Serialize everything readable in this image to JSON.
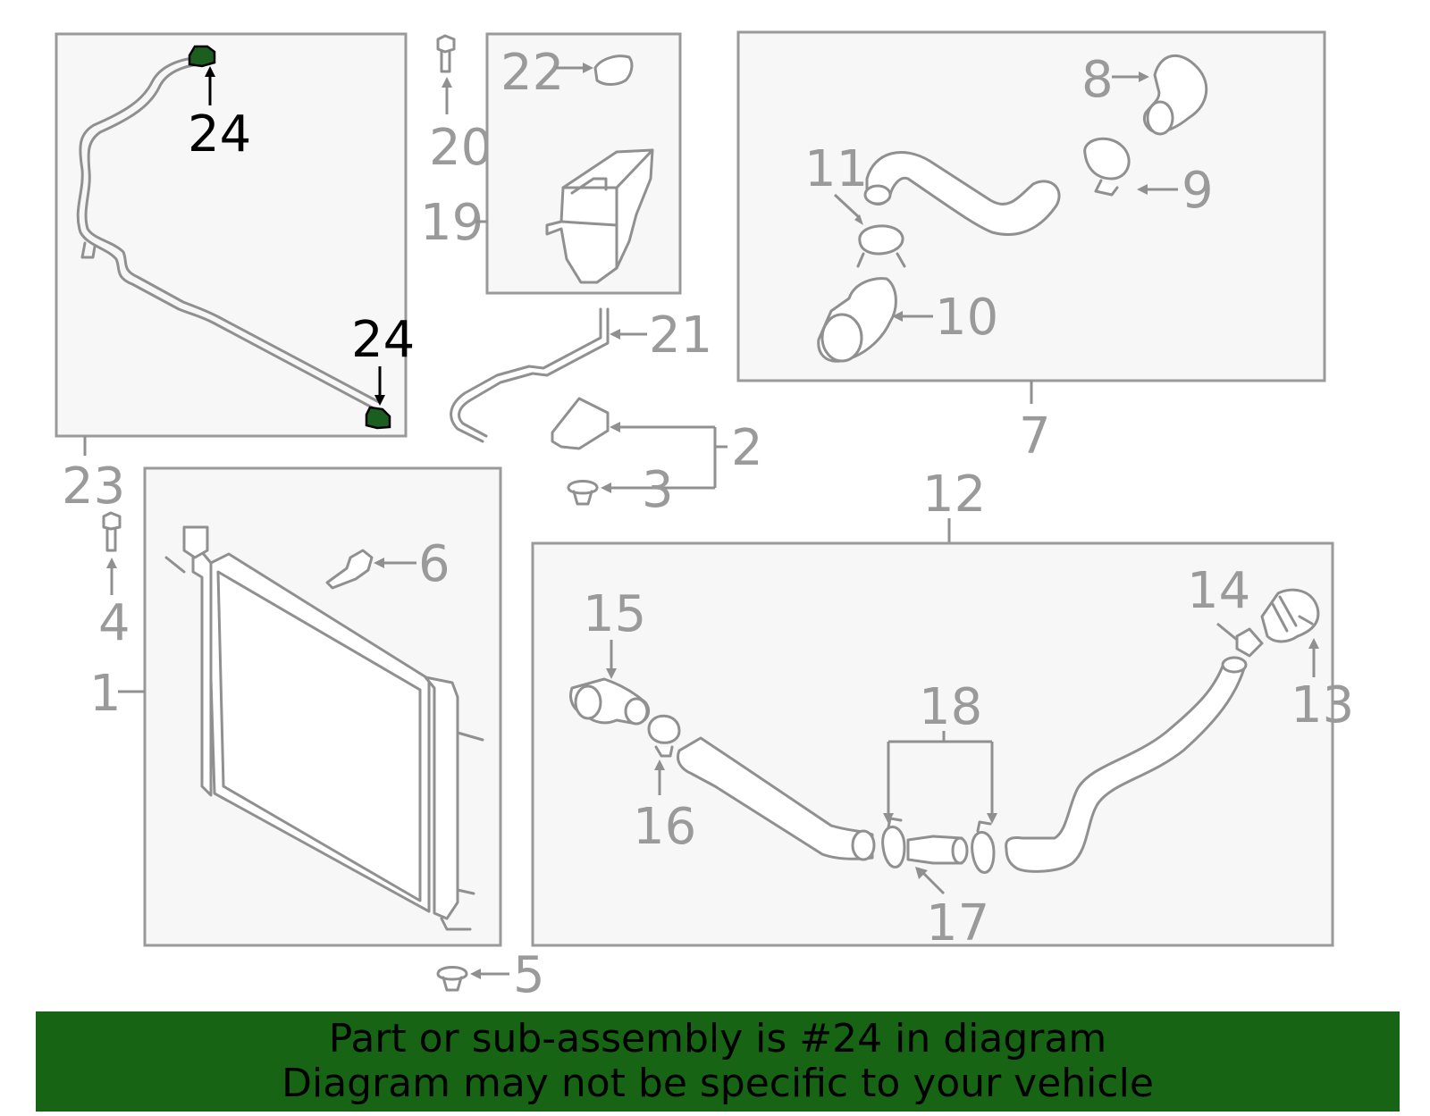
{
  "labels": {
    "p1": "1",
    "p2": "2",
    "p3": "3",
    "p4": "4",
    "p5": "5",
    "p6": "6",
    "p7": "7",
    "p8": "8",
    "p9": "9",
    "p10": "10",
    "p11": "11",
    "p12": "12",
    "p13": "13",
    "p14": "14",
    "p15": "15",
    "p16": "16",
    "p17": "17",
    "p18": "18",
    "p19": "19",
    "p20": "20",
    "p21": "21",
    "p22": "22",
    "p23": "23",
    "p24a": "24",
    "p24b": "24"
  },
  "highlight": {
    "part": "24",
    "color": "#1b5e20"
  },
  "banner": {
    "line1": "Part or sub-assembly is #24 in diagram",
    "line2": "Diagram may not be specific to your vehicle",
    "background": "#176414"
  }
}
